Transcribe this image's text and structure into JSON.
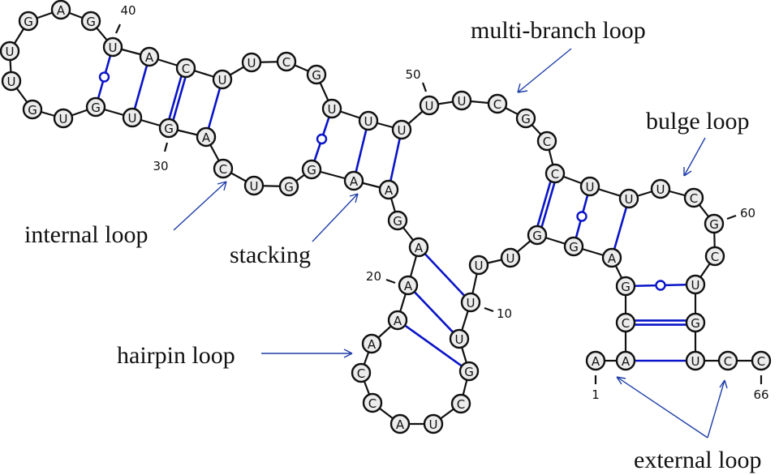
{
  "diagram": {
    "title": "RNA secondary structure with loop types",
    "sequence": [
      "A",
      "A",
      "C",
      "G",
      "A",
      "G",
      "G",
      "U",
      "U",
      "U",
      "U",
      "G",
      "C",
      "U",
      "A",
      "C",
      "C",
      "A",
      "A",
      "A",
      "A",
      "G",
      "A",
      "A",
      "G",
      "G",
      "U",
      "C",
      "A",
      "G",
      "U",
      "G",
      "U",
      "G",
      "U",
      "U",
      "G",
      "A",
      "G",
      "U",
      "A",
      "C",
      "U",
      "U",
      "C",
      "G",
      "U",
      "U",
      "U",
      "U",
      "U",
      "C",
      "G",
      "C",
      "C",
      "U",
      "U",
      "U",
      "C",
      "G",
      "C",
      "U",
      "G",
      "U",
      "C",
      "C"
    ],
    "length": 66,
    "position_labels": [
      {
        "index": 1,
        "text": "1"
      },
      {
        "index": 10,
        "text": "10"
      },
      {
        "index": 20,
        "text": "20"
      },
      {
        "index": 30,
        "text": "30"
      },
      {
        "index": 40,
        "text": "40"
      },
      {
        "index": 50,
        "text": "50"
      },
      {
        "index": 60,
        "text": "60"
      },
      {
        "index": 66,
        "text": "66"
      }
    ],
    "base_pairs": [
      {
        "i": 2,
        "j": 64,
        "type": "AU"
      },
      {
        "i": 3,
        "j": 63,
        "type": "GC"
      },
      {
        "i": 4,
        "j": 62,
        "type": "GU"
      },
      {
        "i": 5,
        "j": 57,
        "type": "AU"
      },
      {
        "i": 6,
        "j": 56,
        "type": "GU"
      },
      {
        "i": 7,
        "j": 55,
        "type": "GC"
      },
      {
        "i": 10,
        "j": 21,
        "type": "AU"
      },
      {
        "i": 11,
        "j": 20,
        "type": "AU"
      },
      {
        "i": 12,
        "j": 19,
        "type": "AU"
      },
      {
        "i": 23,
        "j": 49,
        "type": "AU"
      },
      {
        "i": 24,
        "j": 48,
        "type": "AU"
      },
      {
        "i": 25,
        "j": 47,
        "type": "GU"
      },
      {
        "i": 29,
        "j": 43,
        "type": "AU"
      },
      {
        "i": 30,
        "j": 42,
        "type": "GC"
      },
      {
        "i": 31,
        "j": 41,
        "type": "AU"
      },
      {
        "i": 32,
        "j": 40,
        "type": "GU"
      }
    ],
    "annotations": [
      {
        "id": "multi-branch-loop",
        "text": "multi-branch loop"
      },
      {
        "id": "bulge-loop",
        "text": "bulge loop"
      },
      {
        "id": "internal-loop",
        "text": "internal loop"
      },
      {
        "id": "stacking",
        "text": "stacking"
      },
      {
        "id": "hairpin-loop",
        "text": "hairpin loop"
      },
      {
        "id": "external-loop",
        "text": "external loop"
      }
    ],
    "colors": {
      "backbone": "#111111",
      "base_pair": "#0a14c8",
      "nucleotide_fill": "#ececec",
      "arrow": "#1f3ea8"
    }
  }
}
